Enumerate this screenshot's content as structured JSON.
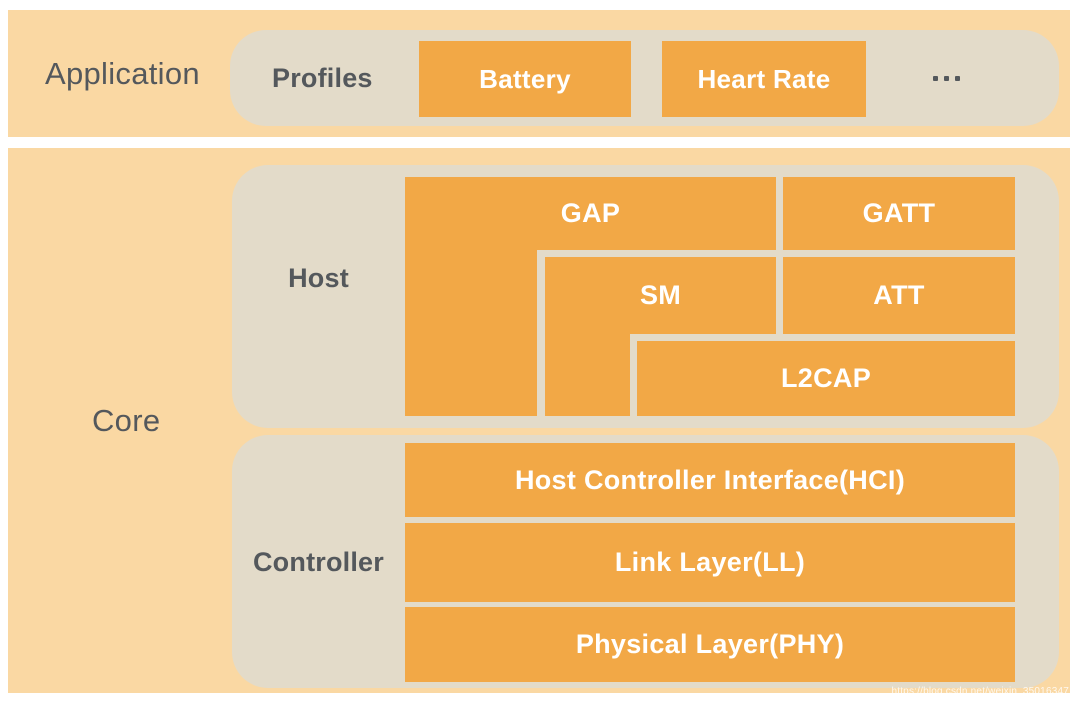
{
  "colors": {
    "band": "#fad8a3",
    "container": "#e3dbc9",
    "block": "#f2a846",
    "block_text": "#ffffff",
    "label_text": "#54585c"
  },
  "application_band": {
    "label": "Application",
    "profiles": {
      "label": "Profiles",
      "blocks": [
        {
          "label": "Battery"
        },
        {
          "label": "Heart Rate"
        }
      ],
      "ellipsis": "..."
    }
  },
  "core_band": {
    "label": "Core",
    "host": {
      "label": "Host",
      "blocks": {
        "gap": "GAP",
        "gatt": "GATT",
        "sm": "SM",
        "att": "ATT",
        "l2cap": "L2CAP"
      }
    },
    "controller": {
      "label": "Controller",
      "blocks": {
        "hci": "Host Controller Interface(HCI)",
        "ll": "Link Layer(LL)",
        "phy": "Physical Layer(PHY)"
      }
    }
  },
  "watermark": "https://blog.csdn.net/weixin_35016347"
}
